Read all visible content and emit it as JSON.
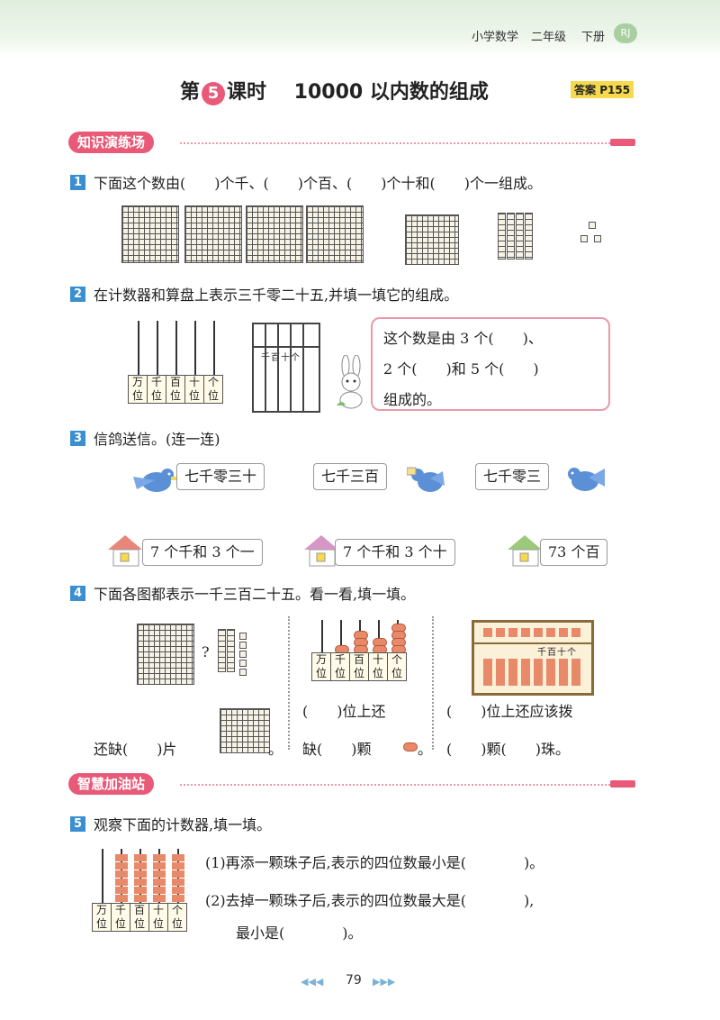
{
  "header": {
    "book": "小学数学",
    "grade": "二年级",
    "volume": "下册",
    "edition": "RJ"
  },
  "title": {
    "prefix": "第",
    "lesson_number": "5",
    "suffix": "课时",
    "topic": "10000 以内数的组成",
    "answer_label": "答案",
    "answer_page": "P155"
  },
  "sections": {
    "practice": "知识演练场",
    "challenge": "智慧加油站"
  },
  "q1": {
    "num": "1",
    "text": "下面这个数由(　　)个千、(　　)个百、(　　)个十和(　　)个一组成。"
  },
  "q2": {
    "num": "2",
    "text": "在计数器和算盘上表示三千零二十五,并填一填它的组成。",
    "counter_labels": [
      "万位",
      "千位",
      "百位",
      "十位",
      "个位"
    ],
    "abacus_labels": "千百十个",
    "bubble_line1": "这个数是由 3 个(　　)、",
    "bubble_line2": "2 个(　　)和 5 个(　　)",
    "bubble_line3": "组成的。"
  },
  "q3": {
    "num": "3",
    "text": "信鸽送信。(连一连)",
    "letters": [
      "七千零三十",
      "七千三百",
      "七千零三"
    ],
    "houses": [
      "7 个千和 3 个一",
      "7 个千和 3 个十",
      "73 个百"
    ]
  },
  "q4": {
    "num": "4",
    "text": "下面各图都表示一千三百二十五。看一看,填一填。",
    "question_mark": "?",
    "counter_labels": [
      "万位",
      "千位",
      "百位",
      "十位",
      "个位"
    ],
    "abacus_labels": "千百十个",
    "part1": "还缺(　　)片",
    "part1_end": "。",
    "part2_line1": "(　　)位上还",
    "part2_line2": "缺(　　)颗",
    "part2_end": "。",
    "part3_line1": "(　　)位上还应该拨",
    "part3_line2": "(　　)颗(　　)珠。"
  },
  "q5": {
    "num": "5",
    "text": "观察下面的计数器,填一填。",
    "counter_labels": [
      "万位",
      "千位",
      "百位",
      "十位",
      "个位"
    ],
    "sub1": "(1)再添一颗珠子后,表示的四位数最小是(　　　　)。",
    "sub2": "(2)去掉一颗珠子后,表示的四位数最大是(　　　　),",
    "sub2b": "最小是(　　　　)。"
  },
  "footer": {
    "page": "79",
    "left_arrows": "◀◀◀",
    "right_arrows": "▶▶▶"
  },
  "colors": {
    "accent_pink": "#e85a78",
    "question_blue": "#3b8fd1",
    "header_green": "#dfeedd"
  }
}
